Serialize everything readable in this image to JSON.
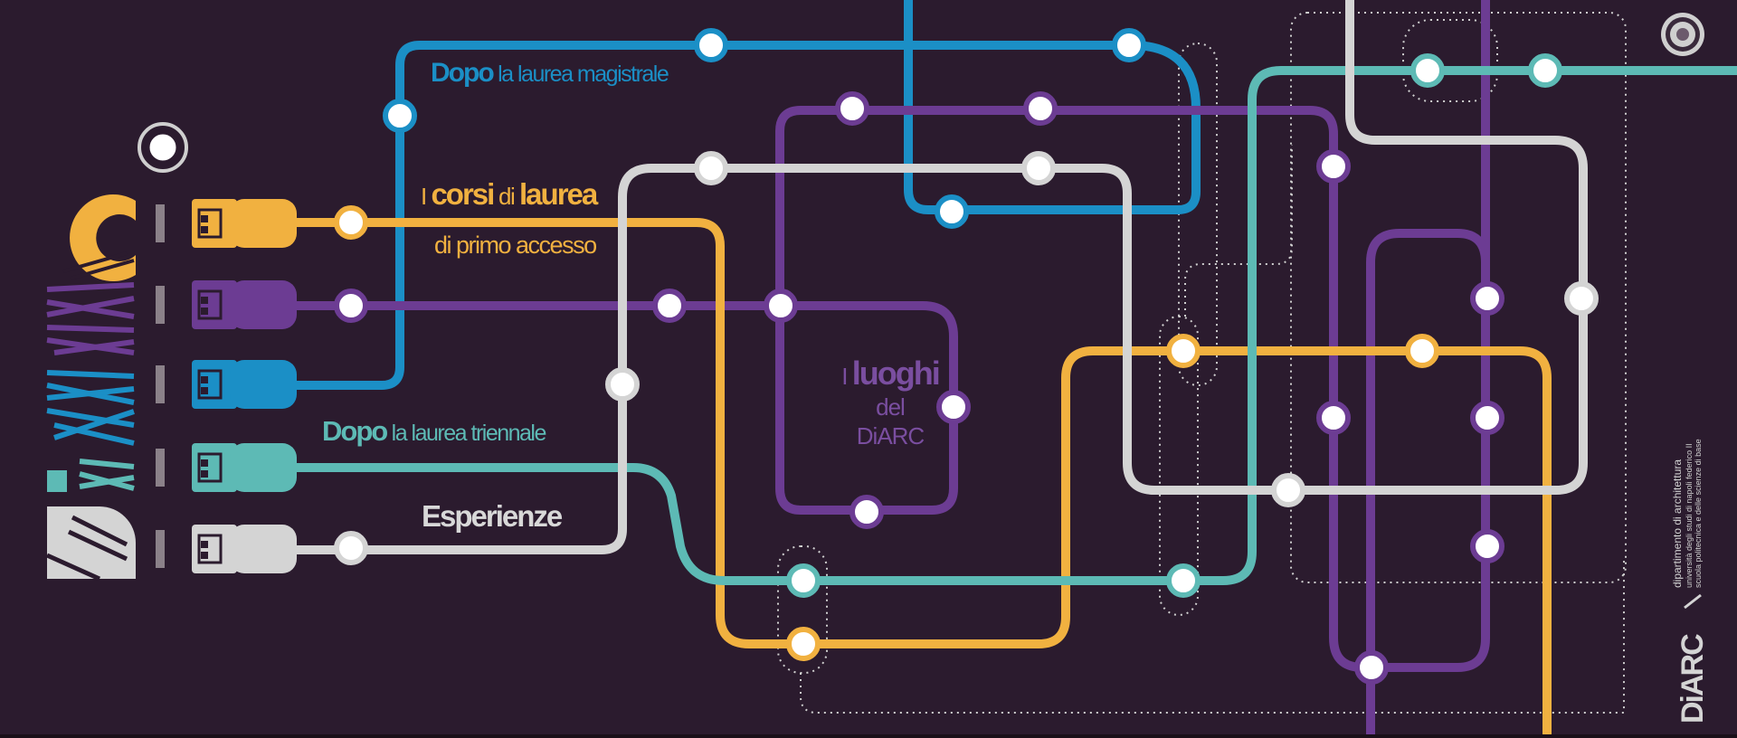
{
  "labels": {
    "magistrale": {
      "prefix": "Dopo",
      "rest": " la laurea magistrale"
    },
    "corsi": {
      "pre": "I ",
      "corsi": "corsi",
      "di": " di ",
      "laurea": "laurea"
    },
    "corsi_sub": "di primo accesso",
    "triennale": {
      "prefix": "Dopo",
      "rest": " la laurea triennale"
    },
    "esperienze": "Esperienze",
    "luoghi": {
      "pre": "I ",
      "luoghi": "luoghi",
      "del": "del",
      "name": "DiARC"
    }
  },
  "logo": {
    "side_text": "DiARC",
    "vertical_brand": "DiARC",
    "dept_line1": "dipartimento di architettura",
    "dept_line2": "università degli studi di napoli federico II",
    "dept_line3": "scuola politecnica e delle scienze di base"
  },
  "colors": {
    "background": "#2b1b2e",
    "blue": "#1b8fc6",
    "yellow": "#f1b140",
    "purple": "#6c3c93",
    "teal": "#5dbab5",
    "grey": "#d4d4d4"
  }
}
